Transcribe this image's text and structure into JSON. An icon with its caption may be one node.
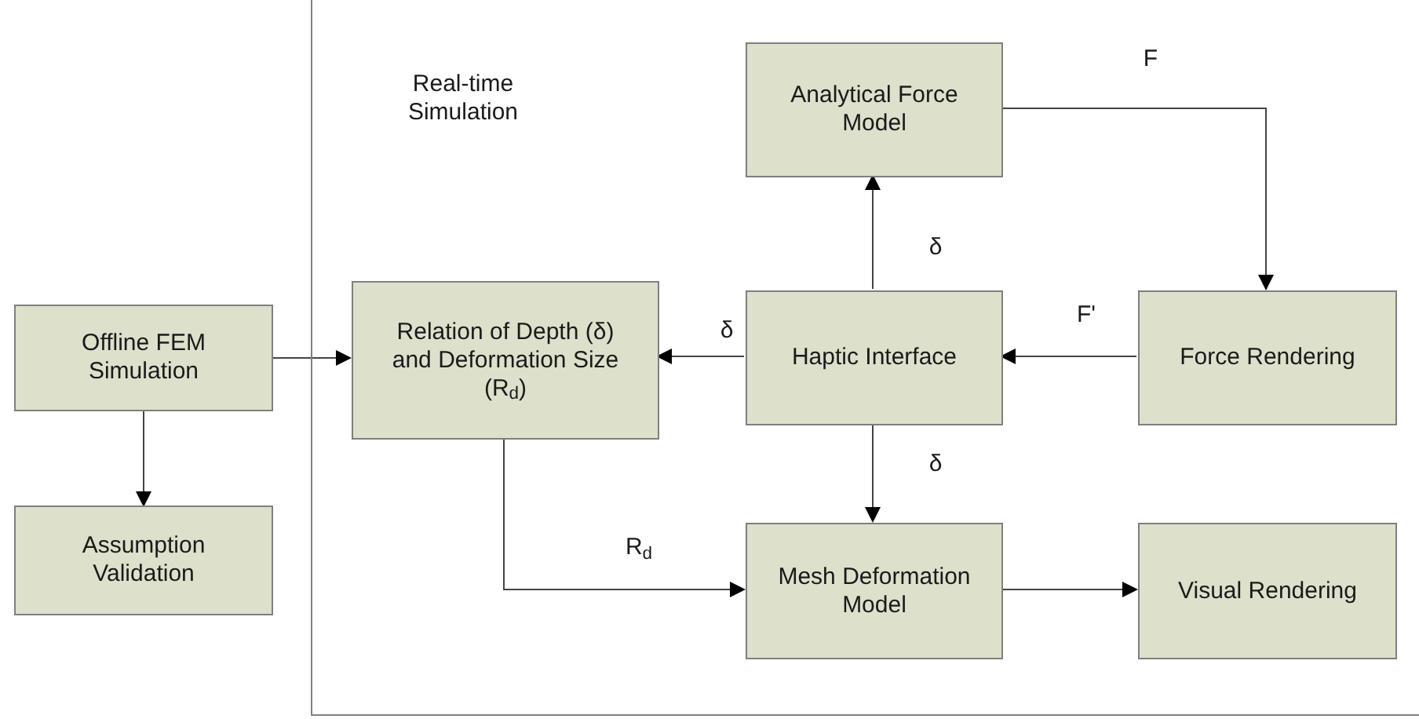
{
  "diagram": {
    "nodes": [
      {
        "text": [
          "Real-time Simulation"
        ]
      },
      {
        "text": [
          "Analytical Force Model"
        ],
        "in": 0
      },
      {
        "text": [
          "Offline FEM Simulation"
        ]
      },
      {
        "text": [
          "Relation of Depth (δ) and Deformation Size (R$_{d}$)"
        ],
        "in": 0
      },
      {
        "text": [
          "Haptic Interface"
        ],
        "in": 0
      },
      {
        "text": [
          "Force Rendering"
        ],
        "in": 0
      },
      {
        "text": [
          "Assumption Validation"
        ]
      },
      {
        "text": [
          "Mesh Deformation Model"
        ],
        "in": 0
      },
      {
        "text": [
          "Visual Rendering"
        ],
        "in": 0
      }
    ],
    "edges": [
      {
        "from": 4,
        "to": 1,
        "arrow": "to",
        "label": "δ"
      },
      {
        "from": 1,
        "to": 5,
        "arrow": "to",
        "label": "F"
      },
      {
        "from": 5,
        "to": 4,
        "arrow": "to",
        "label": "F'"
      },
      {
        "from": 4,
        "to": 3,
        "arrow": "to",
        "label": "δ"
      },
      {
        "from": 2,
        "to": 3,
        "arrow": "to"
      },
      {
        "from": 2,
        "to": 6,
        "arrow": "to"
      },
      {
        "from": 4,
        "to": 7,
        "arrow": "to",
        "label": "δ"
      },
      {
        "from": 3,
        "to": 7,
        "arrow": "to",
        "label": "R$_{d}$"
      },
      {
        "from": 7,
        "to": 8,
        "arrow": "to"
      }
    ]
  }
}
